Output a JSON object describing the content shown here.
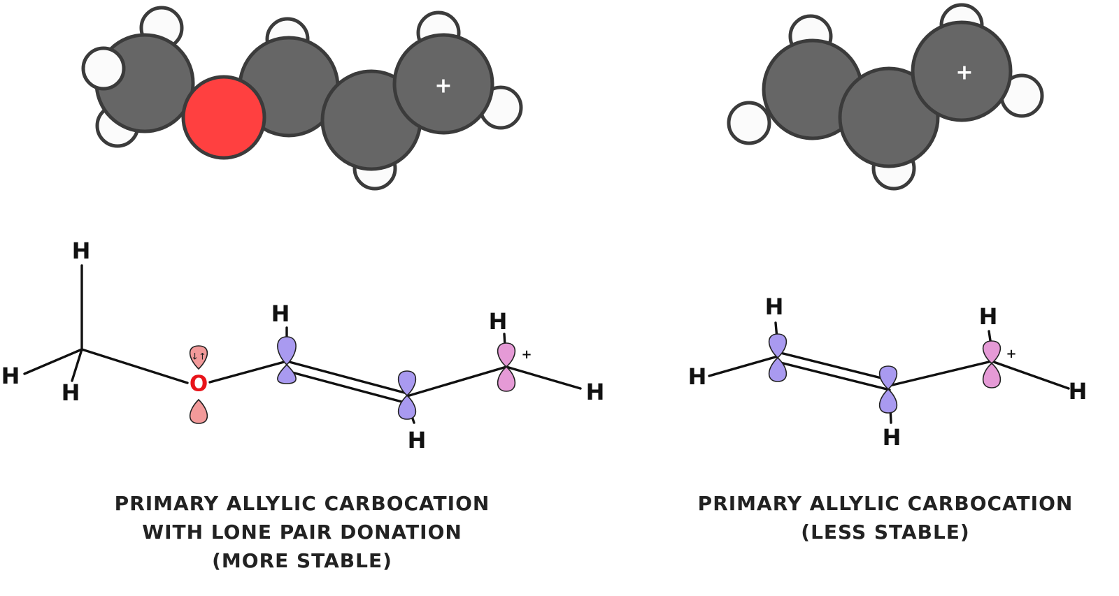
{
  "left_panel": {
    "caption_lines": [
      "PRIMARY ALLYLIC CARBOCATION",
      "WITH LONE PAIR DONATION",
      "(MORE STABLE)"
    ],
    "charge_symbol": "+",
    "hydrogen_symbol": "H",
    "oxygen_symbol": "O",
    "lone_pair_symbol": "↓↑"
  },
  "right_panel": {
    "caption_lines": [
      "PRIMARY ALLYLIC CARBOCATION",
      "(LESS STABLE)"
    ],
    "charge_symbol": "+",
    "hydrogen_symbol": "H"
  },
  "colors": {
    "carbon": "#666666",
    "hydrogen": "#fbfbfb",
    "oxygen": "#ff4040",
    "pi_orbital": "#a99af0",
    "empty_p_orbital": "#e59ad6",
    "lone_pair_orbital": "#f29a9a"
  }
}
